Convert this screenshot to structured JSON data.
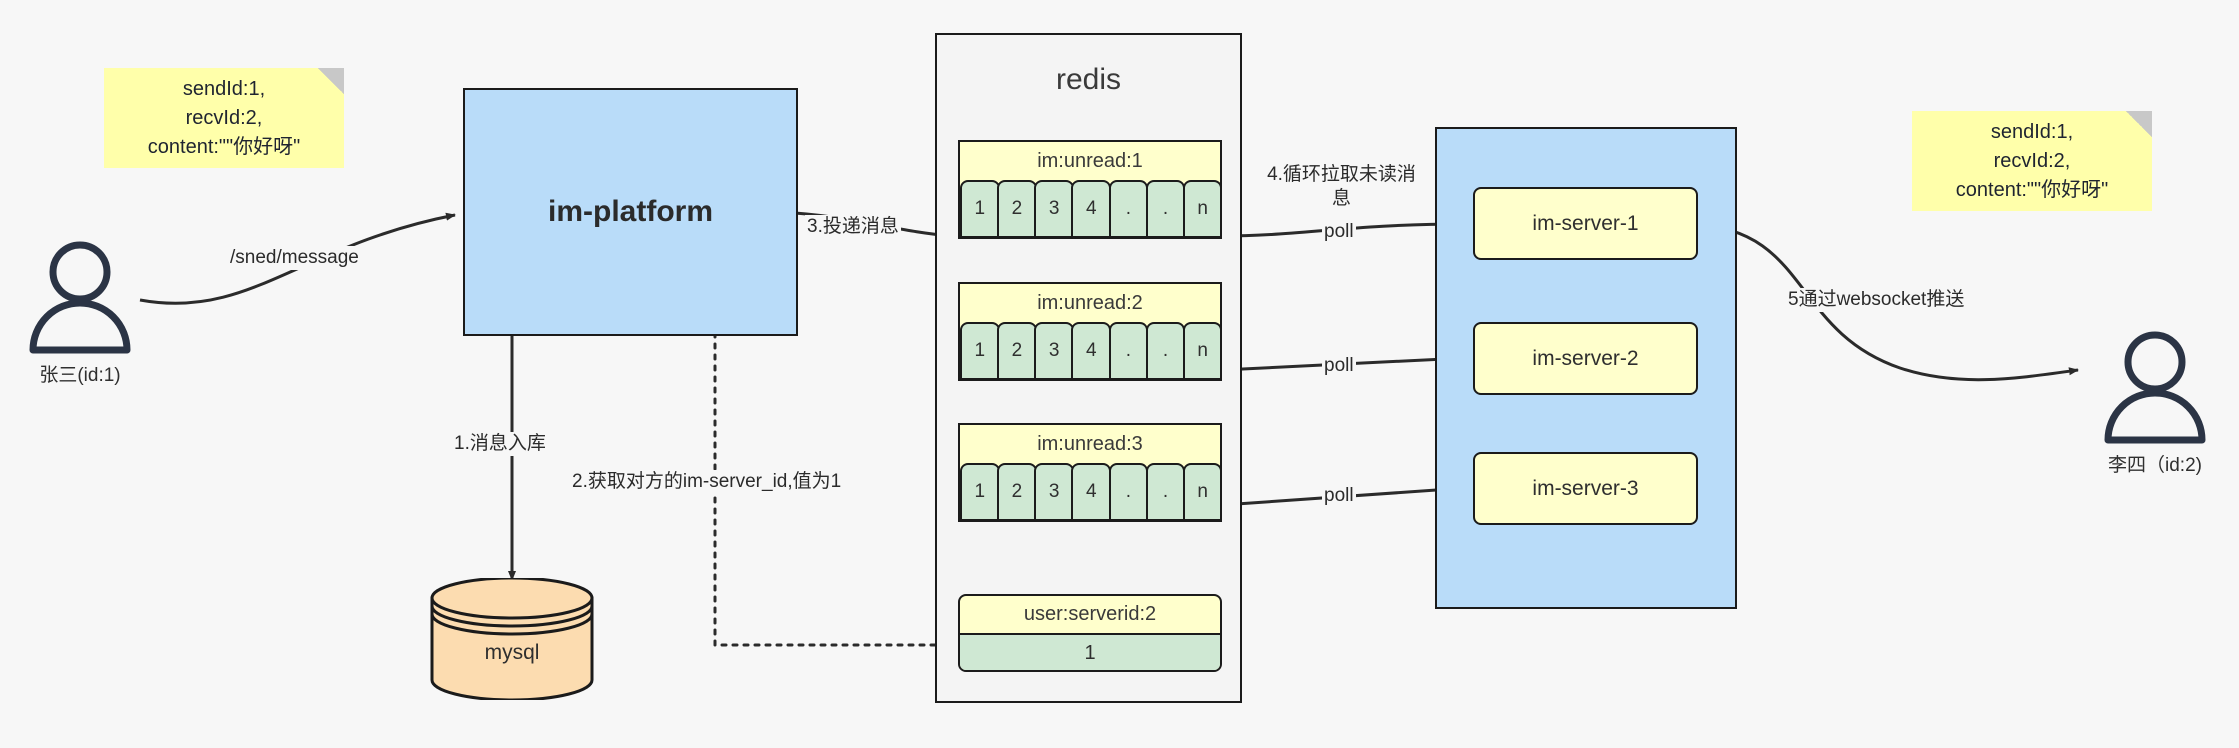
{
  "diagram": {
    "title": "IM message delivery flow",
    "colors": {
      "note": "#ffffaa",
      "platform": "#b9dcf9",
      "server_box": "#ffffcc",
      "redis_cell": "#cfe8d3",
      "mysql": "#fcdcb0",
      "stroke": "#1b1b1b"
    }
  },
  "notes": {
    "left": "sendId:1,\nrecvId:2,\ncontent:\"\"你好呀\"",
    "right": "sendId:1,\nrecvId:2,\ncontent:\"\"你好呀\""
  },
  "actors": {
    "sender": {
      "label": "张三(id:1)",
      "icon": "user-icon"
    },
    "receiver": {
      "label": "李四（id:2)",
      "icon": "user-icon"
    }
  },
  "platform": {
    "label": "im-platform"
  },
  "database": {
    "label": "mysql",
    "icon": "database-cylinder-icon"
  },
  "redis": {
    "title": "redis",
    "lists": [
      {
        "key": "im:unread:1",
        "cells": [
          "1",
          "2",
          "3",
          "4",
          ".",
          ".",
          "n"
        ]
      },
      {
        "key": "im:unread:2",
        "cells": [
          "1",
          "2",
          "3",
          "4",
          ".",
          ".",
          "n"
        ]
      },
      {
        "key": "im:unread:3",
        "cells": [
          "1",
          "2",
          "3",
          "4",
          ".",
          ".",
          "n"
        ]
      }
    ],
    "kv": {
      "key": "user:serverid:2",
      "value": "1"
    }
  },
  "servers": {
    "items": [
      {
        "label": "im-server-1"
      },
      {
        "label": "im-server-2"
      },
      {
        "label": "im-server-3"
      }
    ]
  },
  "edges": {
    "send_message": "/sned/message",
    "step1": "1.消息入库",
    "step2": "2.获取对方的im-server_id,值为1",
    "step3": "3.投递消息",
    "step4": "4.循环拉取未读消\n息",
    "step5": "5通过websocket推送",
    "poll1": "poll",
    "poll2": "poll",
    "poll3": "poll"
  }
}
